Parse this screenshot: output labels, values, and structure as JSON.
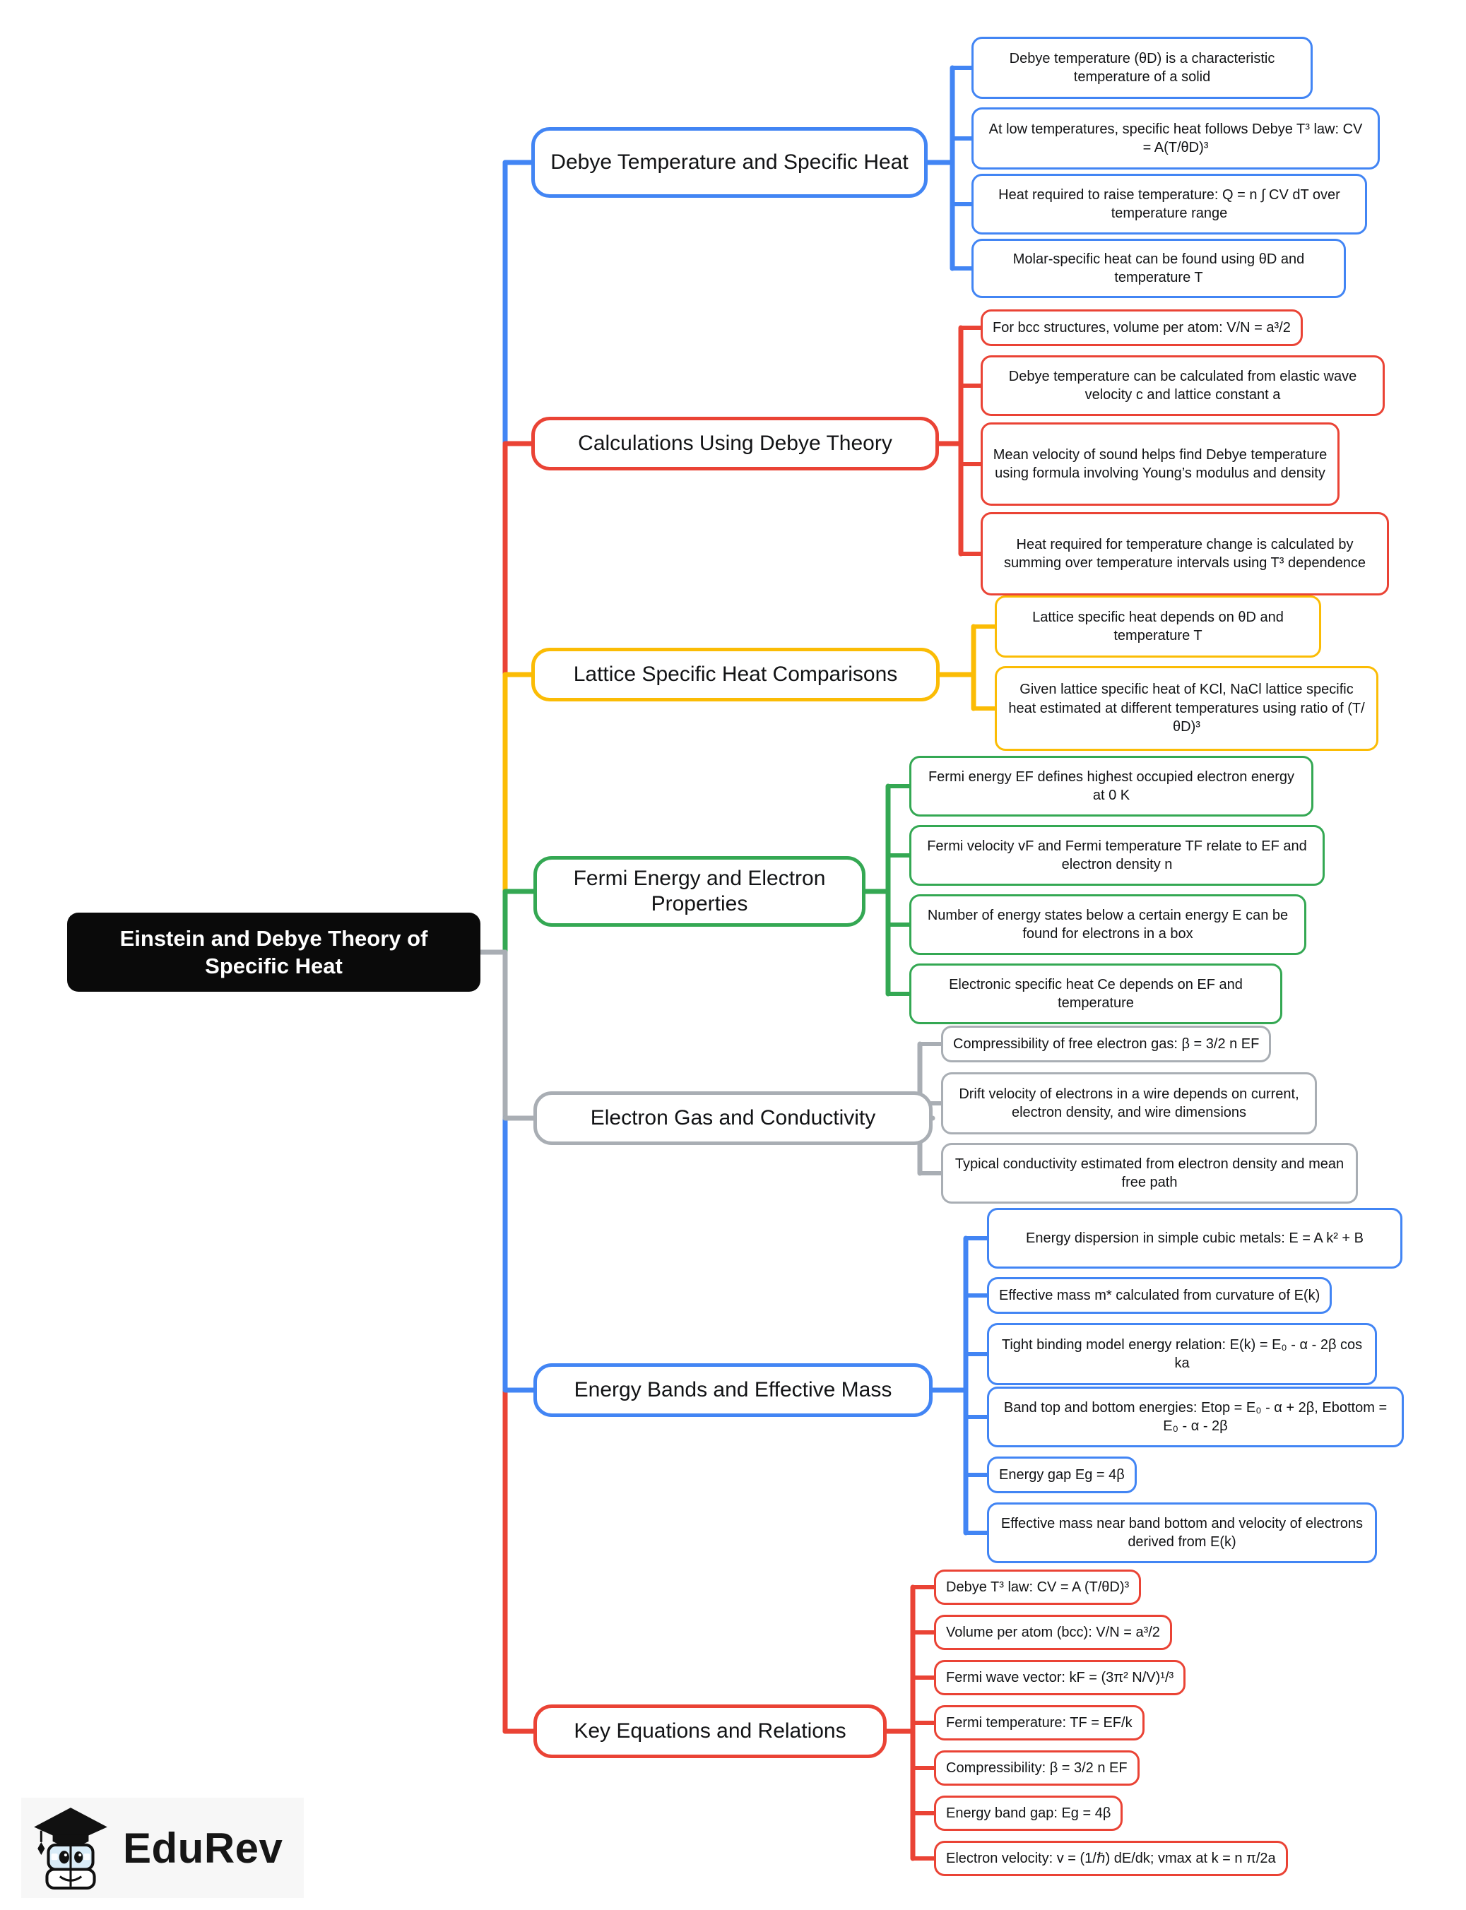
{
  "page_title": "Einstein and Debye Theory of Specific Heat",
  "root": {
    "title": "Einstein and Debye Theory of Specific Heat"
  },
  "colors": {
    "blue": "#4285f4",
    "red": "#ea4335",
    "yellow": "#fbbc05",
    "green": "#34a853",
    "gray": "#a9aeb4",
    "root_bg": "#0a0a0a",
    "root_text": "#ffffff"
  },
  "branches": [
    {
      "label": "Debye Temperature and Specific Heat",
      "color": "blue",
      "leaves": [
        "Debye temperature (θD) is a characteristic temperature of a solid",
        "At low temperatures, specific heat follows Debye T³ law: CV = A(T/θD)³",
        "Heat required to raise temperature: Q = n ∫ CV dT over temperature range",
        "Molar-specific heat can be found using θD and temperature T"
      ]
    },
    {
      "label": "Calculations Using Debye Theory",
      "color": "red",
      "leaves": [
        "For bcc structures, volume per atom: V/N = a³/2",
        "Debye temperature can be calculated from elastic wave velocity c and lattice constant a",
        "Mean velocity of sound helps find Debye temperature using formula involving Young’s modulus and density",
        "Heat required for temperature change is calculated by summing over temperature intervals using T³ dependence"
      ]
    },
    {
      "label": "Lattice Specific Heat Comparisons",
      "color": "yellow",
      "leaves": [
        "Lattice specific heat depends on θD and temperature T",
        "Given lattice specific heat of KCl, NaCl lattice specific heat estimated at different temperatures using ratio of (T/θD)³"
      ]
    },
    {
      "label": "Fermi Energy and Electron Properties",
      "color": "green",
      "leaves": [
        "Fermi energy EF defines highest occupied electron energy at 0 K",
        "Fermi velocity vF and Fermi temperature TF relate to EF and electron density n",
        "Number of energy states below a certain energy E can be found for electrons in a box",
        "Electronic specific heat Ce depends on EF and temperature"
      ]
    },
    {
      "label": "Electron Gas and Conductivity",
      "color": "gray",
      "leaves": [
        "Compressibility of free electron gas: β = 3/2 n EF",
        "Drift velocity of electrons in a wire depends on current, electron density, and wire dimensions",
        "Typical conductivity estimated from electron density and mean free path"
      ]
    },
    {
      "label": "Energy Bands and Effective Mass",
      "color": "blue",
      "leaves": [
        "Energy dispersion in simple cubic metals: E = A k² + B",
        "Effective mass m* calculated from curvature of E(k)",
        "Tight binding model energy relation: E(k) = E₀ - α - 2β cos ka",
        "Band top and bottom energies: Etop = E₀ - α + 2β, Ebottom = E₀ - α - 2β",
        "Energy gap Eg = 4β",
        "Effective mass near band bottom and velocity of electrons derived from E(k)"
      ]
    },
    {
      "label": "Key Equations and Relations",
      "color": "red",
      "leaves": [
        "Debye T³ law: CV = A (T/θD)³",
        "Volume per atom (bcc): V/N = a³/2",
        "Fermi wave vector: kF = (3π² N/V)¹/³",
        "Fermi temperature: TF = EF/k",
        "Compressibility: β = 3/2 n EF",
        "Energy band gap: Eg = 4β",
        "Electron velocity: v = (1/ℏ) dE/dk; vmax at k = n π/2a"
      ]
    }
  ],
  "logo": {
    "brand": "EduRev",
    "icon": "edurev-mascot-icon"
  }
}
